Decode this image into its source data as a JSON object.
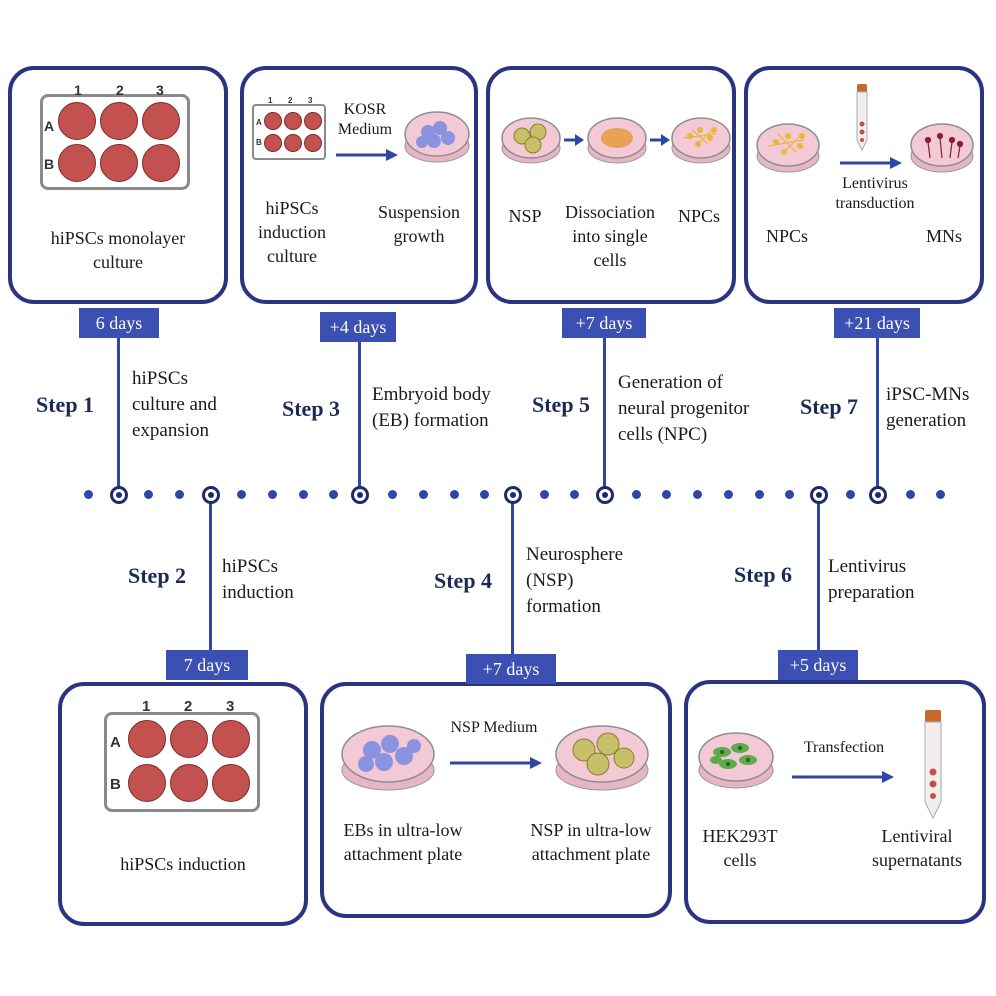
{
  "boxes": {
    "b1": {
      "caption": "hiPSCs monolayer\nculture"
    },
    "b3": {
      "medium": "KOSR\nMedium",
      "left": "hiPSCs\ninduction\nculture",
      "right": "Suspension\ngrowth"
    },
    "b5": {
      "a": "NSP",
      "b": "Dissociation\ninto single\ncells",
      "c": "NPCs"
    },
    "b7": {
      "arrow": "Lentivirus\ntransduction",
      "left": "NPCs",
      "right": "MNs"
    },
    "b2": {
      "caption": "hiPSCs induction"
    },
    "b4": {
      "medium": "NSP Medium",
      "left": "EBs in ultra-low\nattachment plate",
      "right": "NSP in ultra-low\nattachment plate"
    },
    "b6": {
      "arrow": "Transfection",
      "left": "HEK293T\ncells",
      "right": "Lentiviral\nsupernatants"
    }
  },
  "plate": {
    "cols": [
      "1",
      "2",
      "3"
    ],
    "rows": [
      "A",
      "B"
    ]
  },
  "durations": [
    "6 days",
    "+4 days",
    "+7 days",
    "+21 days",
    "7 days",
    "+7 days",
    "+5 days"
  ],
  "steps": [
    {
      "label": "Step 1",
      "desc": "hiPSCs\nculture and\nexpansion"
    },
    {
      "label": "Step 2",
      "desc": "hiPSCs\ninduction"
    },
    {
      "label": "Step 3",
      "desc": "Embryoid body\n(EB) formation"
    },
    {
      "label": "Step 4",
      "desc": "Neurosphere\n(NSP)\nformation"
    },
    {
      "label": "Step 5",
      "desc": "Generation of\nneural progenitor\ncells (NPC)"
    },
    {
      "label": "Step 6",
      "desc": "Lentivirus\npreparation"
    },
    {
      "label": "Step 7",
      "desc": "iPSC-MNs\ngeneration"
    }
  ],
  "colors": {
    "frame": "#2a3480",
    "tag": "#3c4fb2",
    "line": "#2f45a8",
    "well": "#c2514f",
    "dish": "#f3c9d6"
  }
}
